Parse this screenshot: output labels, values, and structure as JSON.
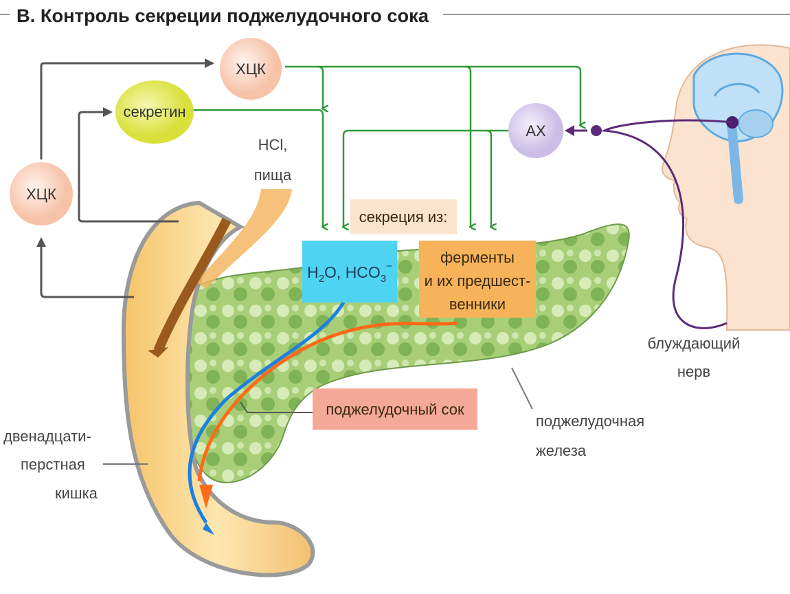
{
  "title": "B. Контроль секреции поджелудочного сока",
  "nodes": {
    "cck_top": "ХЦК",
    "secretin": "секретин",
    "cck_left": "ХЦК",
    "ach": "АХ"
  },
  "stimulus": {
    "line1": "HCl,",
    "line2": "пища"
  },
  "secretion_label": "секреция из:",
  "water_box": {
    "h": "H",
    "sub2": "2",
    "rest": "O, HCO",
    "sub3": "3",
    "sup": "−"
  },
  "enzyme_box": {
    "line1": "ферменты",
    "line2": "и их предшест-",
    "line3": "венники"
  },
  "juice_box": "поджелудочный сок",
  "labels": {
    "duodenum": [
      "двенадцати-",
      "перстная",
      "кишка"
    ],
    "pancreas": [
      "поджелудочная",
      "железа"
    ],
    "vagus": [
      "блуждающий",
      "нерв"
    ]
  },
  "colors": {
    "green": "#2e9a3a",
    "gray": "#555555",
    "purple": "#5b2a7a",
    "cyan": "#4fd3f2",
    "orange": "#f6b35a",
    "pink": "#f4a898"
  }
}
